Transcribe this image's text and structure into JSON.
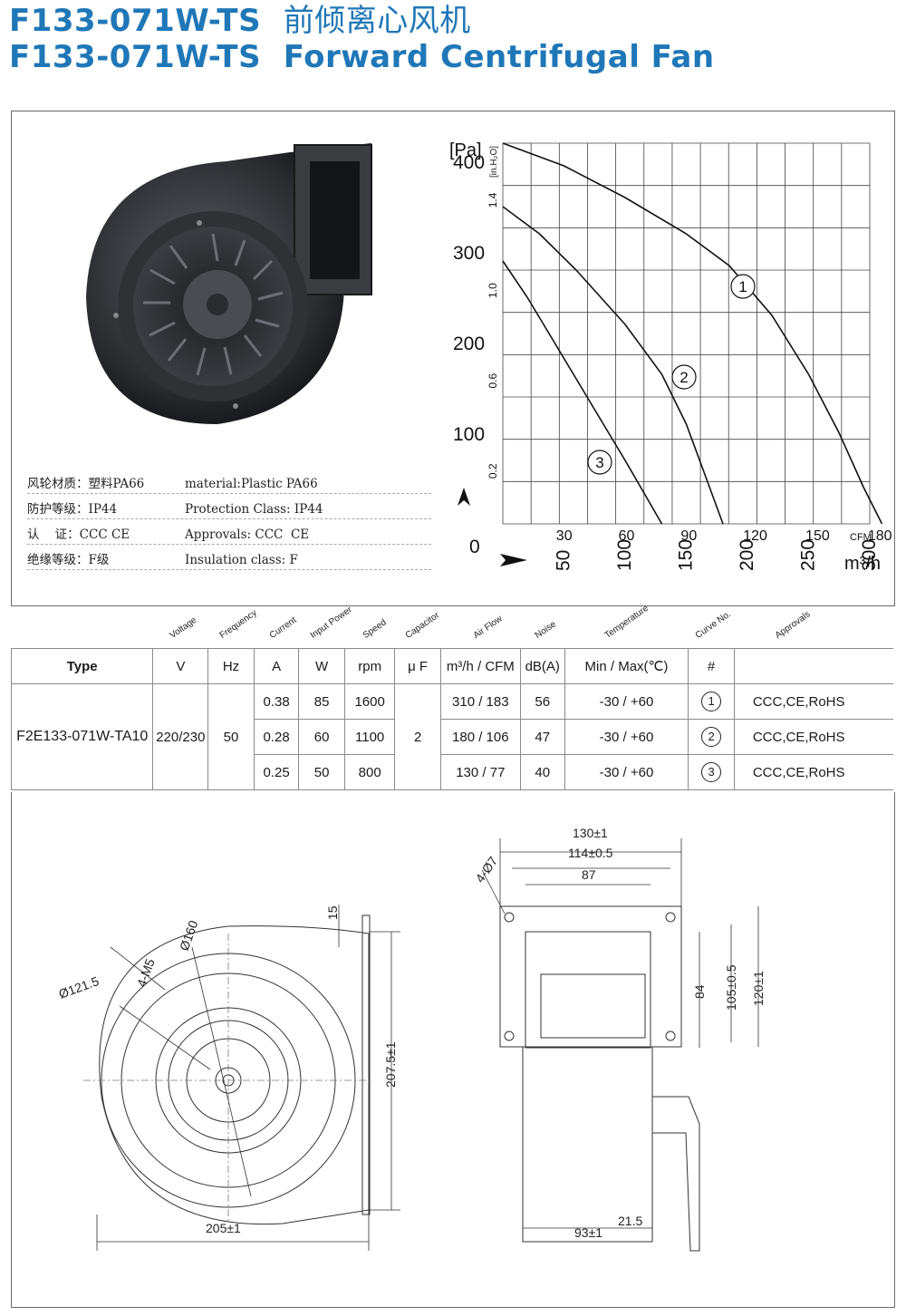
{
  "header": {
    "title_line1_model": "F133-071W-TS",
    "title_line1_cn": "前倾离心风机",
    "title_line2_model": "F133-071W-TS",
    "title_line2_en": "Forward Centrifugal Fan"
  },
  "specs": [
    {
      "cn": "风轮材质：塑料PA66",
      "en": "material:Plastic PA66"
    },
    {
      "cn": "防护等级：IP44",
      "en": "Protection Class: IP44"
    },
    {
      "cn": "认    证：CCC CE",
      "en": "Approvals: CCC  CE"
    },
    {
      "cn": "绝缘等级：F级",
      "en": "Insulation class: F"
    }
  ],
  "chart_data": {
    "type": "line",
    "y_unit_left": "[Pa]",
    "y_unit_inner": "[in.H₂O]",
    "y_ticks_pa": [
      "400",
      "300",
      "200",
      "100",
      "0"
    ],
    "y_ticks_inh2o": [
      "1.4",
      "1.0",
      "0.6",
      "0.2"
    ],
    "x_ticks_cfm": [
      "30",
      "60",
      "90",
      "120",
      "150",
      "180"
    ],
    "x_unit_cfm": "CFM",
    "x_ticks_m3h": [
      "50",
      "100",
      "150",
      "200",
      "250",
      "300"
    ],
    "x_unit_m3h": "m³/h",
    "xlim_m3h": [
      0,
      300
    ],
    "ylim_pa": [
      0,
      420
    ],
    "series": [
      {
        "name": "①",
        "x": [
          0,
          50,
          100,
          150,
          185,
          220,
          250,
          275,
          295,
          310
        ],
        "y": [
          420,
          395,
          360,
          320,
          285,
          230,
          165,
          100,
          40,
          0
        ]
      },
      {
        "name": "②",
        "x": [
          0,
          30,
          60,
          100,
          130,
          150,
          165,
          180
        ],
        "y": [
          350,
          320,
          280,
          220,
          165,
          110,
          55,
          0
        ]
      },
      {
        "name": "③",
        "x": [
          0,
          20,
          40,
          60,
          80,
          100,
          115,
          130
        ],
        "y": [
          290,
          250,
          205,
          160,
          115,
          70,
          35,
          0
        ]
      }
    ]
  },
  "table": {
    "rot_headers": [
      "Voltage",
      "Frequency",
      "Current",
      "Input Power",
      "Speed",
      "Capacitor",
      "Air Flow",
      "Noise",
      "Temperature",
      "Curve No.",
      "Approvals"
    ],
    "type_label": "Type",
    "units": [
      "V",
      "Hz",
      "A",
      "W",
      "rpm",
      "μ F",
      "m³/h / CFM",
      "dB(A)",
      "Min / Max(℃)",
      "#",
      ""
    ],
    "model": "F2E133-071W-TA10",
    "voltage": "220/230",
    "frequency": "50",
    "capacitor": "2",
    "rows": [
      {
        "current": "0.38",
        "power": "85",
        "speed": "1600",
        "airflow": "310 / 183",
        "noise": "56",
        "temp": "-30 / +60",
        "curve": "1",
        "approvals": "CCC,CE,RoHS"
      },
      {
        "current": "0.28",
        "power": "60",
        "speed": "1100",
        "airflow": "180 / 106",
        "noise": "47",
        "temp": "-30 / +60",
        "curve": "2",
        "approvals": "CCC,CE,RoHS"
      },
      {
        "current": "0.25",
        "power": "50",
        "speed": "800",
        "airflow": "130 / 77",
        "noise": "40",
        "temp": "-30 / +60",
        "curve": "3",
        "approvals": "CCC,CE,RoHS"
      }
    ]
  },
  "dimensions": {
    "front": {
      "d160": "Ø160",
      "m5": "4-M5",
      "d1215": "Ø121.5",
      "h15": "15",
      "h2075": "207.5±1",
      "w205": "205±1"
    },
    "side": {
      "w130": "130±1",
      "w114": "114±0.5",
      "w87": "87",
      "hole": "4-Ø7",
      "h84": "84",
      "h105": "105±0.5",
      "h120": "120±1",
      "w93": "93±1",
      "w215": "21.5"
    }
  }
}
